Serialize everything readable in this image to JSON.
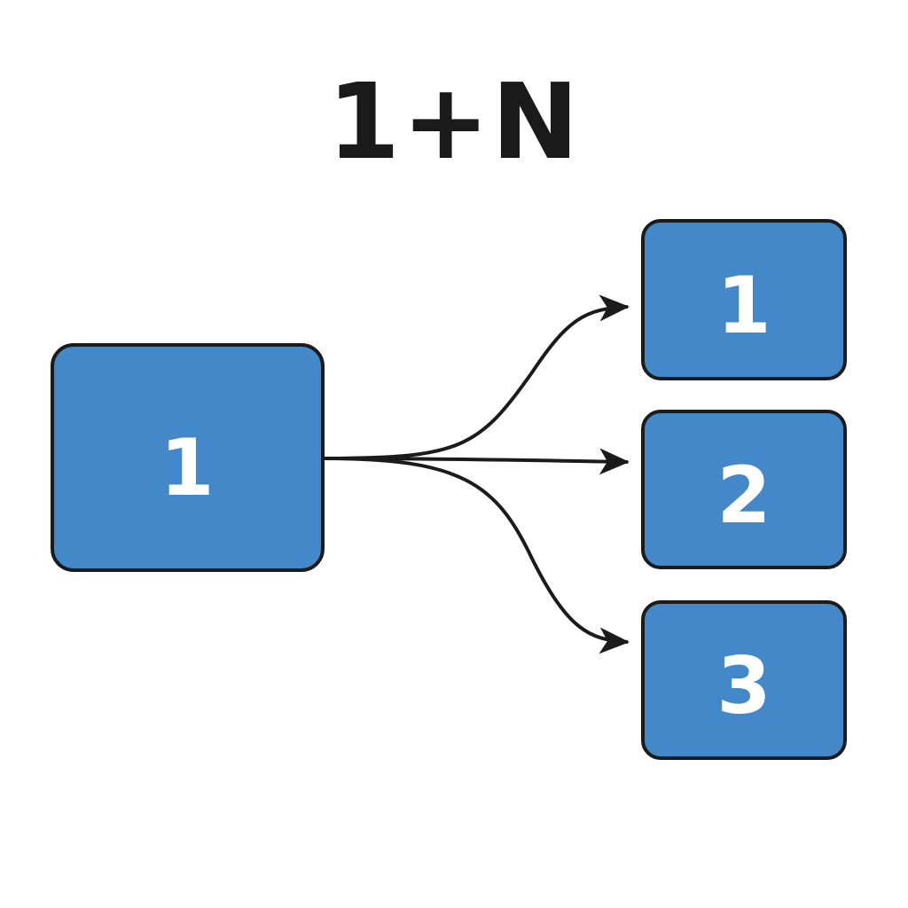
{
  "title": "1+N",
  "colors": {
    "node_fill": "#4388c8",
    "node_stroke": "#1b1b1b",
    "edge": "#1b1b1b",
    "label": "#ffffff"
  },
  "source": {
    "label": "1"
  },
  "targets": [
    {
      "label": "1"
    },
    {
      "label": "2"
    },
    {
      "label": "3"
    }
  ]
}
